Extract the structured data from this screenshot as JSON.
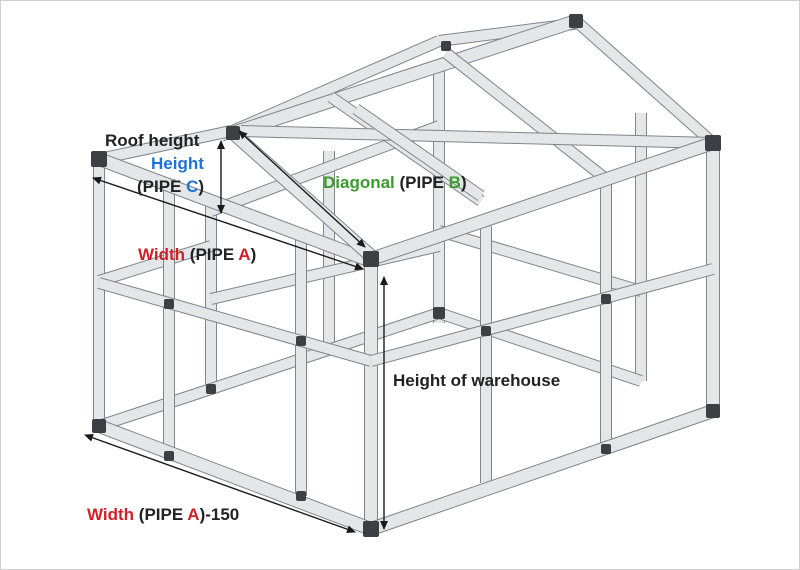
{
  "colors": {
    "pipe_fill": "#e4e6e8",
    "pipe_stroke": "#7f858b",
    "joint": "#3c3f43",
    "dim_line": "#1a1a1a",
    "text": "#222222",
    "red": "#d0202a",
    "blue": "#1e73d8",
    "green": "#3c9a2e"
  },
  "icons": {
    "arrowhead": "arrowhead-icon",
    "joint": "pipe-joint-icon"
  },
  "labels": {
    "roof_height": {
      "line1": "Roof height",
      "height_word": "Height",
      "pipe_open": "(PIPE ",
      "pipe_letter": "C",
      "pipe_close": ")"
    },
    "diagonal": {
      "word": "Diagonal",
      "pipe_open": " (PIPE ",
      "pipe_letter": "B",
      "pipe_close": ")"
    },
    "width_top": {
      "word": "Width",
      "pipe_open": " (PIPE ",
      "pipe_letter": "A",
      "pipe_close": ")"
    },
    "height_warehouse": {
      "text": "Height of warehouse"
    },
    "width_bottom": {
      "word": "Width",
      "pipe_open": " (PIPE ",
      "pipe_letter": "A",
      "suffix": ")-150"
    }
  }
}
